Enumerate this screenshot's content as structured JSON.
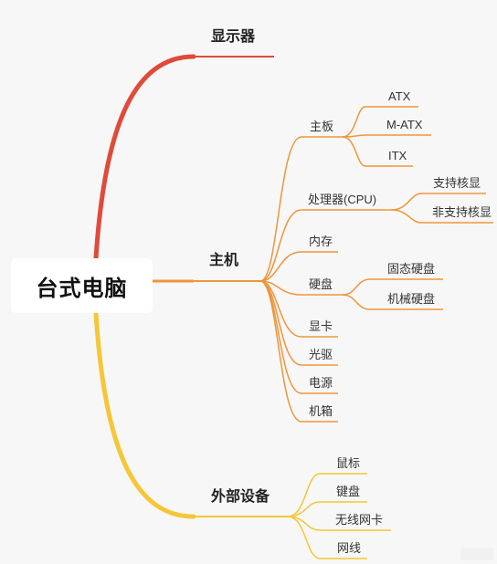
{
  "colors": {
    "background": "#f7f7f7",
    "display_branch": "#e04a3a",
    "host_branch": "#f0953a",
    "peripheral_branch": "#f5c637"
  },
  "root": {
    "label": "台式电脑"
  },
  "branches": {
    "display": {
      "label": "显示器"
    },
    "host": {
      "label": "主机",
      "motherboard": {
        "label": "主板",
        "children": [
          "ATX",
          "M-ATX",
          "ITX"
        ]
      },
      "cpu": {
        "label": "处理器(CPU)",
        "children": [
          "支持核显",
          "非支持核显"
        ]
      },
      "memory": {
        "label": "内存"
      },
      "storage": {
        "label": "硬盘",
        "children": [
          "固态硬盘",
          "机械硬盘"
        ]
      },
      "gpu": {
        "label": "显卡"
      },
      "optical_drive": {
        "label": "光驱"
      },
      "psu": {
        "label": "电源"
      },
      "case": {
        "label": "机箱"
      }
    },
    "peripherals": {
      "label": "外部设备",
      "children": [
        "鼠标",
        "键盘",
        "无线网卡",
        "网线"
      ]
    }
  }
}
